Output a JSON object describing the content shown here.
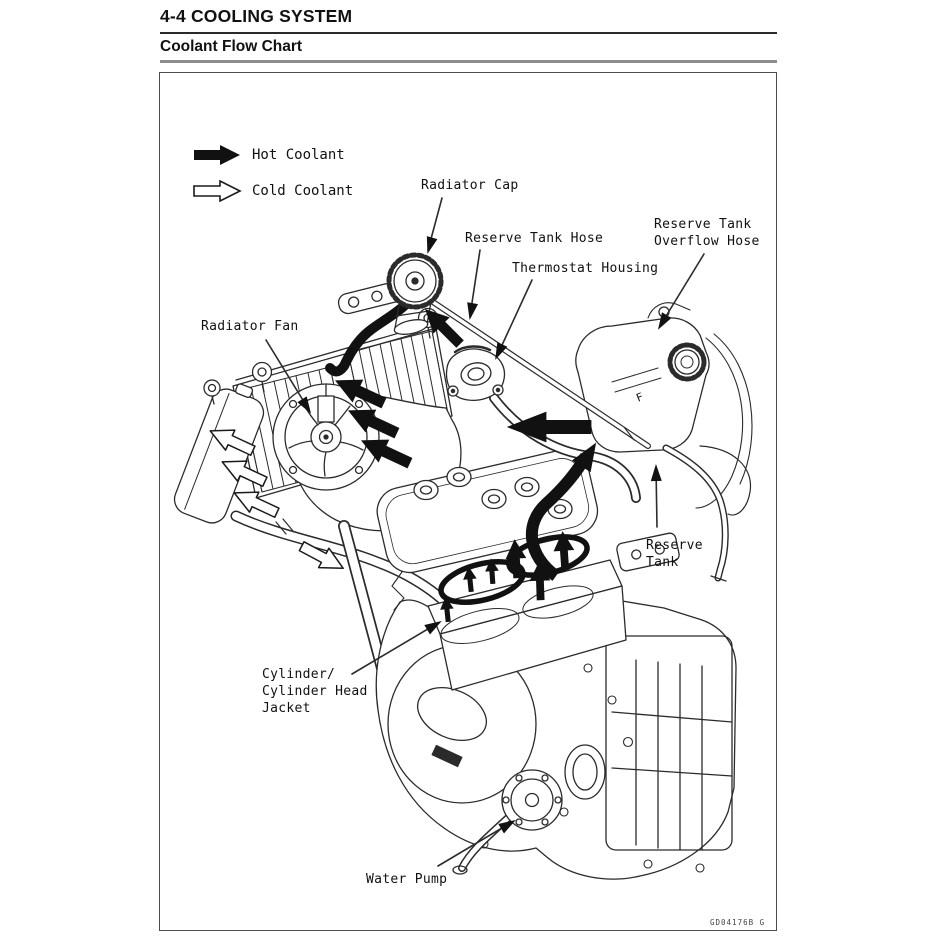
{
  "page": {
    "section_title": "4-4 COOLING SYSTEM",
    "subsection_title": "Coolant Flow Chart",
    "figure_code": "GD04176B G"
  },
  "legend": {
    "hot_label": "Hot Coolant",
    "cold_label": "Cold Coolant",
    "hot_color": "#111111",
    "cold_color": "#ffffff",
    "line_color": "#2b2b2b"
  },
  "callouts": {
    "radiator_cap": "Radiator Cap",
    "reserve_tank_hose": "Reserve Tank Hose",
    "thermostat_housing": "Thermostat Housing",
    "reserve_tank_overflow_hose_line1": "Reserve Tank",
    "reserve_tank_overflow_hose_line2": "Overflow Hose",
    "radiator_fan": "Radiator Fan",
    "reserve_tank_line1": "Reserve",
    "reserve_tank_line2": "Tank",
    "cylinder_jacket_line1": "Cylinder/",
    "cylinder_jacket_line2": "Cylinder Head",
    "cylinder_jacket_line3": "Jacket",
    "water_pump": "Water Pump"
  },
  "diagram": {
    "reserve_tank_mark": "F"
  }
}
